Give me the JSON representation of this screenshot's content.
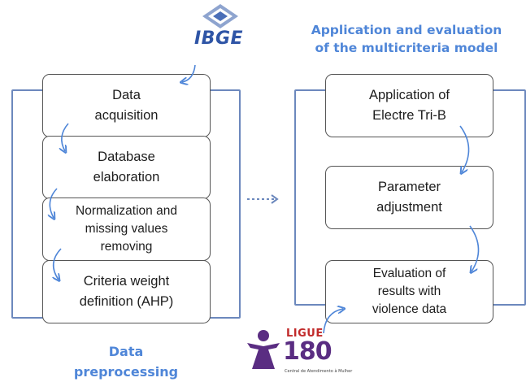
{
  "logos": {
    "ibge": "IBGE",
    "ligue": "LIGUE",
    "ligue_number": "180",
    "ligue_sub": "Central de Atendimento à Mulher"
  },
  "left": {
    "title": "Data\npreprocessing",
    "steps": [
      "Data\nacquisition",
      "Database\nelaboration",
      "Normalization and\nmissing values\nremoving",
      "Criteria weight\ndefinition (AHP)"
    ]
  },
  "right": {
    "title": "Application and evaluation\nof the multicriteria model",
    "steps": [
      "Application of\nElectre Tri-B",
      "Parameter\nadjustment",
      "Evaluation of\nresults with\nviolence data"
    ]
  },
  "colors": {
    "accent": "#4f86d8",
    "frame": "#6c88bd",
    "ibge": "#2f55a6",
    "ligue_red": "#c12a2a",
    "ligue_purple": "#5a2d82"
  }
}
